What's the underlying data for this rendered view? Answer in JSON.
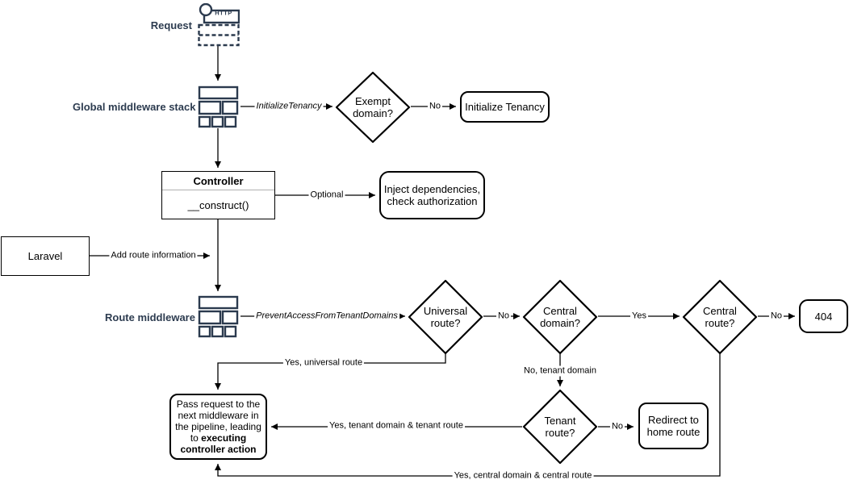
{
  "labels": {
    "request": "Request",
    "global_stack": "Global middleware stack",
    "route_middleware": "Route middleware"
  },
  "icons": {
    "http_badge": "HTTP"
  },
  "nodes": {
    "exempt_domain": "Exempt\ndomain?",
    "initialize_tenancy": "Initialize Tenancy",
    "controller": {
      "title": "Controller",
      "method": "__construct()"
    },
    "inject": "Inject dependencies,\ncheck authorization",
    "laravel": "Laravel",
    "universal_route": "Universal\nroute?",
    "central_domain": "Central\ndomain?",
    "central_route": "Central\nroute?",
    "not_found": "404",
    "tenant_route": "Tenant\nroute?",
    "redirect_home": "Redirect to\nhome route",
    "pass": {
      "text": "Pass request to the\nnext middleware in\nthe pipeline, leading\nto ",
      "bold": "executing\ncontroller action"
    }
  },
  "edges": {
    "initialize_tenancy_mw": "InitializeTenancy",
    "exempt_no": "No",
    "optional": "Optional",
    "add_route_info": "Add route information",
    "prevent_access_mw": "PreventAccessFromTenantDomains",
    "universal_no": "No",
    "central_domain_yes": "Yes",
    "central_route_no": "No",
    "universal_yes": "Yes, universal route",
    "tenant_domain_no": "No, tenant domain",
    "tenant_route_no": "No",
    "tenant_yes": "Yes, tenant domain & tenant route",
    "central_yes": "Yes, central domain & central route"
  },
  "colors": {
    "accent_navy": "#2d3c50",
    "line_black": "#000000",
    "background": "#ffffff"
  }
}
